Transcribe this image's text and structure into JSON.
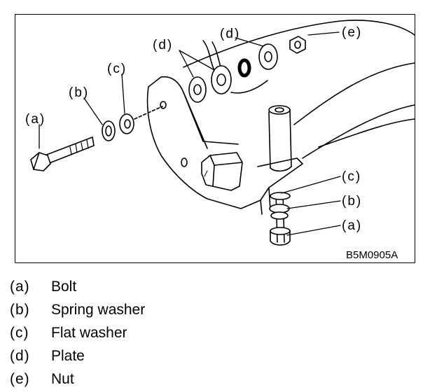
{
  "figure": {
    "code": "B5M0905A",
    "callouts": {
      "a": "(a)",
      "b": "(b)",
      "c": "(c)",
      "d": "(d)",
      "e": "(e)"
    }
  },
  "legend": [
    {
      "key": "(a)",
      "label": "Bolt"
    },
    {
      "key": "(b)",
      "label": "Spring washer"
    },
    {
      "key": "(c)",
      "label": "Flat washer"
    },
    {
      "key": "(d)",
      "label": "Plate"
    },
    {
      "key": "(e)",
      "label": "Nut"
    }
  ]
}
